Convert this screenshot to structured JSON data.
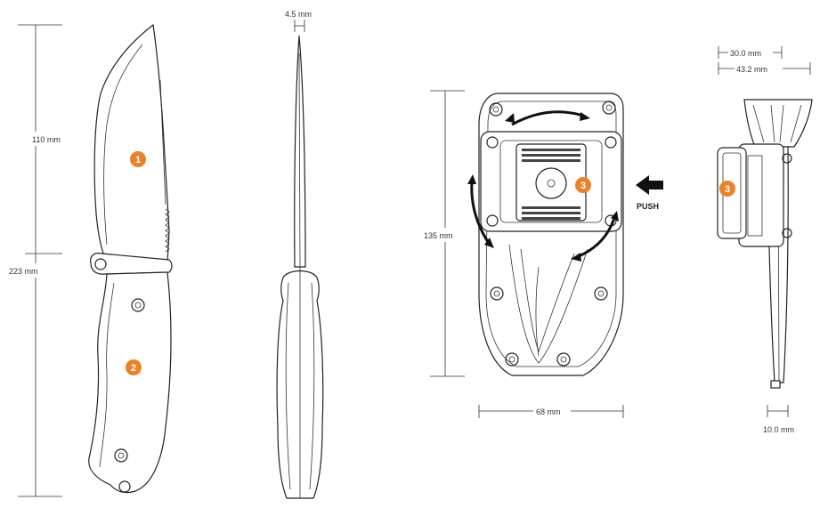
{
  "dimensions": {
    "blade_length": "110 mm",
    "total_length": "223 mm",
    "blade_thickness": "4.5 mm",
    "sheath_height": "135 mm",
    "sheath_width": "68 mm",
    "clip_width_inner": "30.0 mm",
    "clip_width_outer": "43.2 mm",
    "sheath_thickness": "10.0 mm"
  },
  "labels": {
    "push": "PUSH"
  },
  "badges": [
    {
      "number": "1"
    },
    {
      "number": "2"
    },
    {
      "number": "3"
    },
    {
      "number": "3"
    }
  ],
  "colors": {
    "badge": "#E8832A",
    "line": "#222222"
  }
}
